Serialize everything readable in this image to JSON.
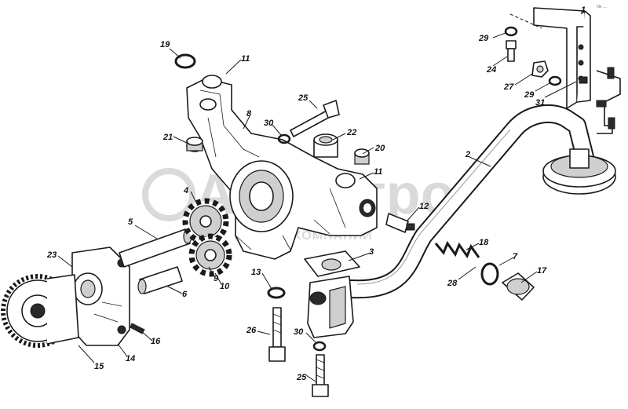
{
  "watermark": {
    "brand": "Автоагро",
    "subtitle": "ГРУППА КОМПАНИЙ"
  },
  "corner_mark": "№ ...",
  "callouts": [
    {
      "id": "c1",
      "text": "1"
    },
    {
      "id": "c2",
      "text": "2"
    },
    {
      "id": "c3",
      "text": "3"
    },
    {
      "id": "c4",
      "text": "4"
    },
    {
      "id": "c5",
      "text": "5"
    },
    {
      "id": "c6",
      "text": "6"
    },
    {
      "id": "c7",
      "text": "7"
    },
    {
      "id": "c8",
      "text": "8"
    },
    {
      "id": "c9",
      "text": "9"
    },
    {
      "id": "c10",
      "text": "10"
    },
    {
      "id": "c11a",
      "text": "11"
    },
    {
      "id": "c11b",
      "text": "11"
    },
    {
      "id": "c12",
      "text": "12"
    },
    {
      "id": "c13",
      "text": "13"
    },
    {
      "id": "c14",
      "text": "14"
    },
    {
      "id": "c15",
      "text": "15"
    },
    {
      "id": "c16",
      "text": "16"
    },
    {
      "id": "c17",
      "text": "17"
    },
    {
      "id": "c18",
      "text": "18"
    },
    {
      "id": "c19",
      "text": "19"
    },
    {
      "id": "c20",
      "text": "20"
    },
    {
      "id": "c21",
      "text": "21"
    },
    {
      "id": "c22",
      "text": "22"
    },
    {
      "id": "c23",
      "text": "23"
    },
    {
      "id": "c24",
      "text": "24"
    },
    {
      "id": "c25a",
      "text": "25"
    },
    {
      "id": "c25b",
      "text": "25"
    },
    {
      "id": "c26",
      "text": "26"
    },
    {
      "id": "c27",
      "text": "27"
    },
    {
      "id": "c28",
      "text": "28"
    },
    {
      "id": "c29a",
      "text": "29"
    },
    {
      "id": "c29b",
      "text": "29"
    },
    {
      "id": "c30a",
      "text": "30"
    },
    {
      "id": "c30b",
      "text": "30"
    },
    {
      "id": "c31",
      "text": "31"
    }
  ]
}
